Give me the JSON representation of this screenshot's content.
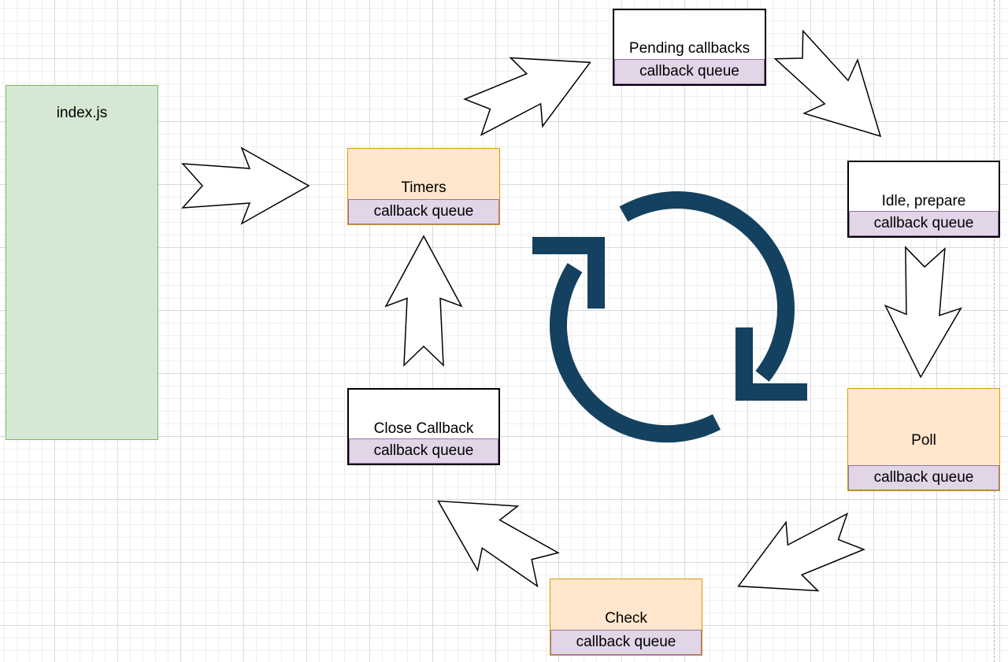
{
  "entry": {
    "label": "index.js"
  },
  "phases": {
    "timers": {
      "label": "Timers",
      "queue": "callback queue"
    },
    "pending": {
      "label": "Pending callbacks",
      "queue": "callback queue"
    },
    "idle": {
      "label": "Idle, prepare",
      "queue": "callback queue"
    },
    "poll": {
      "label": "Poll",
      "queue": "callback queue"
    },
    "check": {
      "label": "Check",
      "queue": "callback queue"
    },
    "close": {
      "label": "Close Callback",
      "queue": "callback queue"
    }
  },
  "colors": {
    "entry_fill": "#d5e8d4",
    "entry_border": "#82b366",
    "phase_orange_fill": "#ffe6cc",
    "phase_orange_border": "#d79b00",
    "queue_fill": "#e1d5e7",
    "queue_border": "#9673a6",
    "loop_icon": "#13415f"
  },
  "icons": {
    "center": "refresh-cycle-icon",
    "arrows": "block-arrow"
  }
}
